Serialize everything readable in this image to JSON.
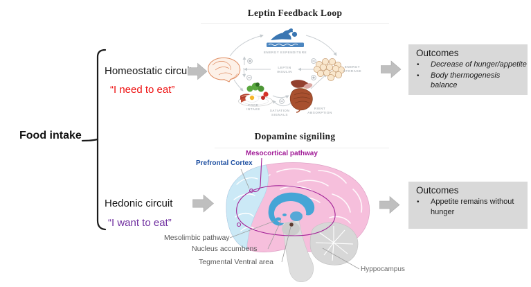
{
  "root_label": "Food intake",
  "homeostatic": {
    "title": "Homeostatic circuit",
    "quote": "“I need to eat”"
  },
  "hedonic": {
    "title": "Hedonic circuit",
    "quote": "“I want to eat”"
  },
  "leptin": {
    "title": "Leptin Feedback Loop",
    "labels": {
      "energy_expenditure": "ENERGY EXPENDITURE",
      "leptin": "LEPTIN",
      "insulin": "INSULIN",
      "energy": "ENERGY",
      "storage": "STORAGE",
      "food": "FOOD",
      "intake": "INTAKE",
      "satiation": "SATIATION",
      "signals": "SIGNALS",
      "absorption_1": "RIENT",
      "absorption_2": "ABSORPTION"
    }
  },
  "dopamine": {
    "title": "Dopamine signiling",
    "labels": {
      "mesocortical": "Mesocortical pathway",
      "prefrontal": "Prefrontal Cortex",
      "mesolimbic": "Mesolimbic pathway",
      "nucleus_accumbens": "Nucleus accumbens",
      "tegmental": "Tegmental Ventral area",
      "hippocampus": "Hyppocampus"
    }
  },
  "outcomes_top": {
    "title": "Outcomes",
    "bullets": [
      "Decrease of hunger/appetite",
      "Body thermogenesis balance"
    ]
  },
  "outcomes_bottom": {
    "title": "Outcomes",
    "bullets": [
      "Appetite remains without hunger"
    ]
  },
  "colors": {
    "need_red": "#ee0f0f",
    "want_purple": "#7030a0",
    "mesocortical_magenta": "#a21c98",
    "prefrontal_blue": "#1e4fa1",
    "outcome_box_gray": "#d9d9d9",
    "block_arrow_gray": "#bfbfbf",
    "brain_pink": "#f6bfdc",
    "frontal_blue": "#cbe9f6"
  }
}
